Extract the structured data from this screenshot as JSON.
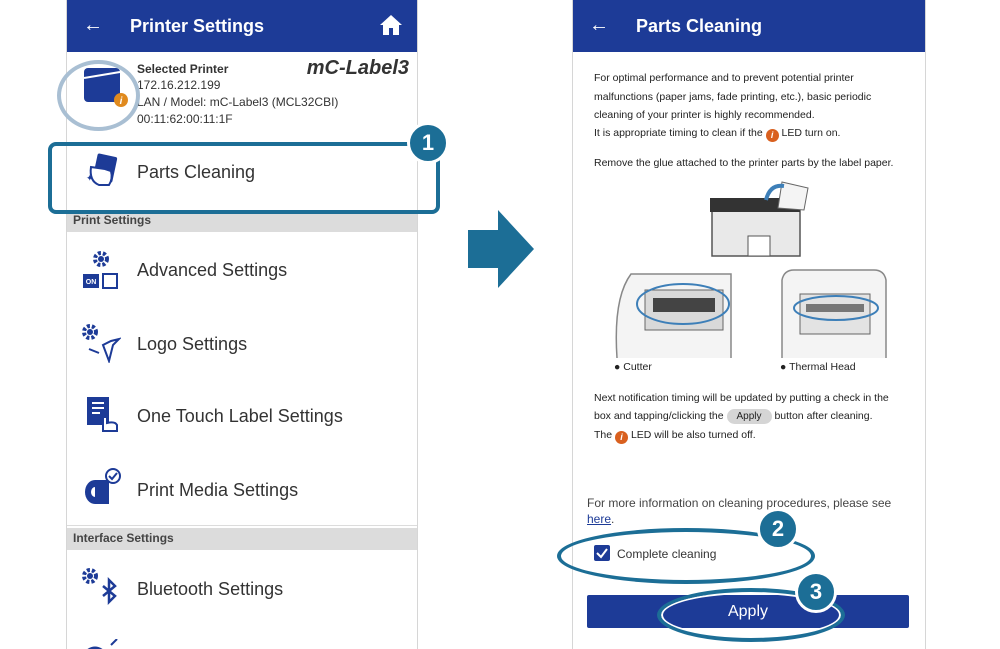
{
  "left": {
    "header": {
      "title": "Printer Settings"
    },
    "printer": {
      "heading": "Selected Printer",
      "ip": "172.16.212.199",
      "model": "LAN / Model: mC-Label3 (MCL32CBI)",
      "mac": "00:11:62:00:11:1F",
      "brand": "mC-Label3"
    },
    "parts_cleaning": "Parts Cleaning",
    "sections": {
      "print": "Print Settings",
      "interface": "Interface Settings"
    },
    "items": {
      "advanced": "Advanced Settings",
      "logo": "Logo Settings",
      "one_touch": "One Touch Label Settings",
      "media": "Print Media Settings",
      "bluetooth": "Bluetooth Settings"
    },
    "on_badge": "ON"
  },
  "right": {
    "header": {
      "title": "Parts Cleaning"
    },
    "intro": {
      "l1": "For optimal performance and to prevent potential printer",
      "l2": "malfunctions (paper jams, fade printing, etc.), basic periodic",
      "l3": "cleaning of your printer is highly recommended.",
      "l4a": "It is appropriate timing to clean if the",
      "l4b": "LED turn on."
    },
    "remove_glue": "Remove the glue attached to the printer parts by the label paper.",
    "cutter_label": "● Cutter",
    "thermal_label": "● Thermal Head",
    "next": {
      "l1": "Next notification timing will be updated by putting a check in the",
      "l2a": "box and tapping/clicking the",
      "apply_pill": "Apply",
      "l2b": "button after cleaning.",
      "l3a": "The",
      "l3b": "LED will be also turned off."
    },
    "more_info": "For more information on cleaning procedures, please see",
    "here_link": "here",
    "here_period": ".",
    "checkbox_label": "Complete cleaning",
    "apply_button": "Apply",
    "led_glyph": "i"
  },
  "callouts": {
    "c1": "1",
    "c2": "2",
    "c3": "3"
  },
  "colors": {
    "appbar": "#1d3b97",
    "callout": "#1c6e96",
    "led": "#d9601f",
    "arrow": "#1c6e96"
  }
}
